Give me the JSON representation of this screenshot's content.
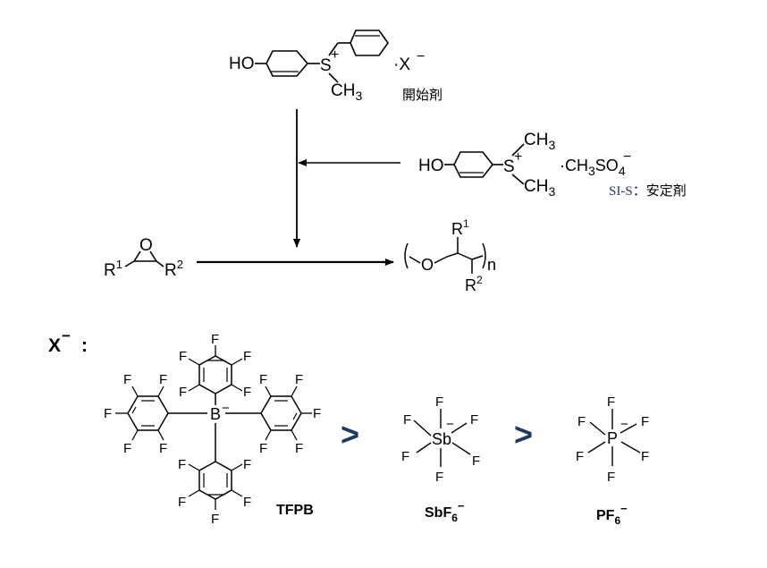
{
  "initiator": {
    "ho": "HO",
    "s_plus": "S",
    "plus": "+",
    "ch3": "CH",
    "ch3_sub": "3",
    "counter_ion": "·X",
    "minus": "−",
    "caption": "開始剤"
  },
  "stabilizer": {
    "ho": "HO",
    "s_plus": "S",
    "plus": "+",
    "ch3_top": "CH",
    "ch3_top_sub": "3",
    "ch3_bottom": "CH",
    "ch3_bottom_sub": "3",
    "counter_ion": "·CH",
    "counter_sub3": "3",
    "counter_so": "SO",
    "counter_sub4": "4",
    "counter_minus": "−",
    "caption_code": "SI-S",
    "caption_sep": "：",
    "caption": "安定剤"
  },
  "epoxide": {
    "r1": "R",
    "r1_sup": "1",
    "o": "O",
    "r2": "R",
    "r2_sup": "2"
  },
  "polymer": {
    "o": "O",
    "r1": "R",
    "r1_sup": "1",
    "r2": "R",
    "r2_sup": "2",
    "n": "n"
  },
  "anions": {
    "heading": "X",
    "heading_minus": "−",
    "heading_colon": ":",
    "f": "F",
    "boron": "B",
    "boron_charge": "−",
    "antimony": "Sb",
    "phosphorus": "P",
    "central_charge": "−",
    "gt": ">",
    "tfpb_label": "TFPB",
    "sbf6_label": "SbF",
    "sbf6_sub": "6",
    "sbf6_minus": "−",
    "pf6_label": "PF",
    "pf6_sub": "6",
    "pf6_minus": "−"
  },
  "colors": {
    "comparison": "#1f3a60",
    "ink": "#000000"
  }
}
